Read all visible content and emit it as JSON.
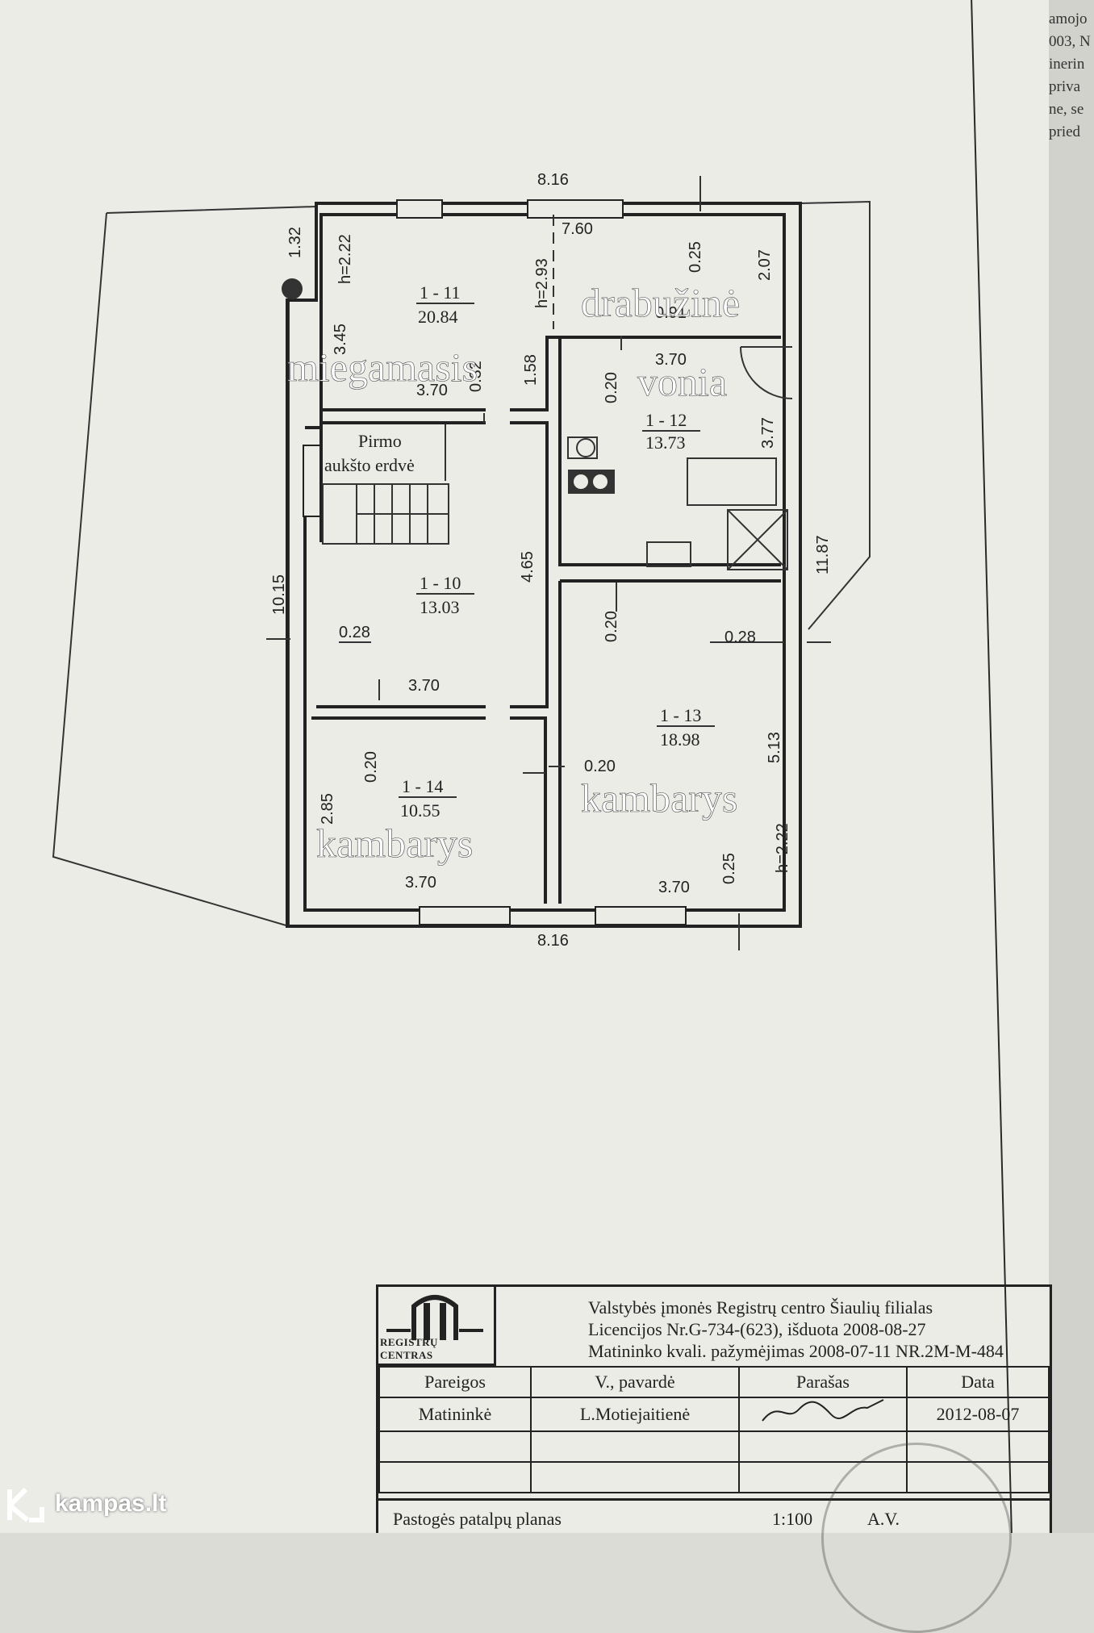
{
  "edge_text": [
    "amojo",
    "003, N",
    "inerin",
    "",
    "priva",
    "ne, se",
    "pried"
  ],
  "plan": {
    "dims": {
      "width_top": "8.16",
      "width_bottom": "8.16",
      "inner_top": "7.60",
      "left_total": "10.15",
      "right_total": "11.87",
      "corner_132": "1.32",
      "d_345": "3.45",
      "d_025_top": "0.25",
      "d_207": "2.07",
      "d_091": "0.91",
      "d_370_11": "3.70",
      "d_032": "0.32",
      "d_158": "1.58",
      "d_370_12": "3.70",
      "d_020_12": "0.20",
      "d_377": "3.77",
      "d_465": "4.65",
      "d_028_left": "0.28",
      "d_370_10": "3.70",
      "d_020_13": "0.20",
      "d_028_right": "0.28",
      "d_513": "5.13",
      "d_020_14": "0.20",
      "d_020_mid": "0.20",
      "d_285": "2.85",
      "d_370_14": "3.70",
      "d_025_13": "0.25",
      "d_370_13": "3.70"
    },
    "heights": {
      "h11": "h=2.22",
      "h_mid": "h=2.93",
      "h13": "h=2.22"
    },
    "rooms": [
      {
        "id": "1 - 11",
        "area": "20.84"
      },
      {
        "id": "1 - 12",
        "area": "13.73"
      },
      {
        "id": "1 - 10",
        "area": "13.03"
      },
      {
        "id": "1 - 13",
        "area": "18.98"
      },
      {
        "id": "1 - 14",
        "area": "10.55"
      }
    ],
    "stair_label_1": "Pirmo",
    "stair_label_2": "aukšto erdvė",
    "overlays": {
      "miegamasis": "miegamasis",
      "drabuzine": "drabužinė",
      "vonia": "vonia",
      "kambarys_1": "kambarys",
      "kambarys_2": "kambarys"
    }
  },
  "title_block": {
    "logo_text": "REGISTRŲ CENTRAS",
    "header_1": "Valstybės įmonės Registrų centro Šiaulių filialas",
    "header_2": "Licencijos Nr.G-734-(623), išduota 2008-08-27",
    "header_3": "Matininko kvali. pažymėjimas 2008-07-11 NR.2M-M-484",
    "col_pareigos": "Pareigos",
    "col_name": "V., pavardė",
    "col_parasas": "Parašas",
    "col_data": "Data",
    "role": "Matininkė",
    "person": "L.Motiejaitienė",
    "date": "2012-08-07",
    "plan_title": "Pastogės patalpų planas",
    "scale": "1:100",
    "av": "A.V."
  },
  "watermark": {
    "brand": "kampas.lt"
  },
  "colors": {
    "paper": "#ecece7",
    "ink": "#222222",
    "overlay_text": "#ffffff"
  }
}
